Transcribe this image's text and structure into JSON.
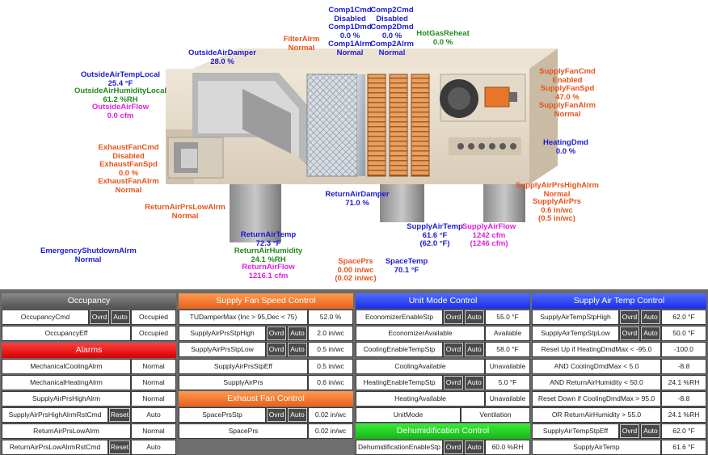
{
  "diagram": {
    "outside_air_damper": {
      "name": "OutsideAirDamper",
      "value": "28.0 %"
    },
    "filter_alarm": {
      "name": "FilterAlrm",
      "value": "Normal"
    },
    "comp1": [
      "Comp1Cmd",
      "Disabled",
      "Comp1Dmd",
      "0.0 %",
      "Comp1Alrm",
      "Normal"
    ],
    "comp2": [
      "Comp2Cmd",
      "Disabled",
      "Comp2Dmd",
      "0.0 %",
      "Comp2Alrm",
      "Normal"
    ],
    "hot_gas_reheat": {
      "name": "HotGasReheat",
      "value": "0.0 %"
    },
    "outside_air_temp": {
      "name": "OutsideAirTempLocal",
      "value": "25.4 °F"
    },
    "outside_air_humidity": {
      "name": "OutsideAirHumidityLocal",
      "value": "61.2 %RH"
    },
    "outside_air_flow": {
      "name": "OutsideAirFlow",
      "value": "0.0 cfm"
    },
    "supply_fan": [
      "SupplyFanCmd",
      "Enabled",
      "SupplyFanSpd",
      "47.0 %",
      "SupplyFanAlrm",
      "Normal"
    ],
    "heating_dmd": {
      "name": "HeatingDmd",
      "value": "0.0 %"
    },
    "exhaust_fan": [
      "ExhaustFanCmd",
      "Disabled",
      "ExhaustFanSpd",
      "0.0 %",
      "ExhaustFanAlrm",
      "Normal"
    ],
    "supply_air_prs_high": {
      "name": "SupplyAirPrsHighAlrm",
      "value": "Normal"
    },
    "supply_air_prs": {
      "name": "SupplyAirPrs",
      "value": "0.6 in/wc",
      "value2": "(0.5 in/wc)"
    },
    "return_air_damper": {
      "name": "ReturnAirDamper",
      "value": "71.0 %"
    },
    "return_air_prs_low": {
      "name": "ReturnAirPrsLowAlrm",
      "value": "Normal"
    },
    "supply_air_temp": {
      "name": "SupplyAirTemp",
      "value": "61.6 °F",
      "value2": "(62.0 °F)"
    },
    "supply_air_flow": {
      "name": "SupplyAirFlow",
      "value": "1242 cfm",
      "value2": "(1246 cfm)"
    },
    "return_air_temp": {
      "name": "ReturnAirTemp",
      "value": "72.3 °F"
    },
    "return_air_humidity": {
      "name": "ReturnAirHumidity",
      "value": "24.1 %RH"
    },
    "return_air_flow": {
      "name": "ReturnAirFlow",
      "value": "1216.1 cfm"
    },
    "emergency_shutdown": {
      "name": "EmergencyShutdownAlrm",
      "value": "Normal"
    },
    "space_prs": {
      "name": "SpacePrs",
      "value": "0.00 in/wc",
      "value2": "(0.02 in/wc)"
    },
    "space_temp": {
      "name": "SpaceTemp",
      "value": "70.1 °F"
    }
  },
  "buttons": {
    "ovrd": "Ovrd",
    "auto": "Auto",
    "reset": "Reset"
  },
  "panel": {
    "occupancy": {
      "header": "Occupancy",
      "rows": [
        {
          "label": "OccupancyCmd",
          "value": "Occupied"
        },
        {
          "label": "OccupancyEff",
          "value": "Occupied"
        }
      ]
    },
    "alarms": {
      "header": "Alarms",
      "rows": [
        {
          "label": "MechanicalCoolingAlrm",
          "value": "Normal"
        },
        {
          "label": "MechanicalHeatingAlrm",
          "value": "Normal"
        },
        {
          "label": "SupplyAirPrsHighAlrm",
          "value": "Normal"
        },
        {
          "label": "SupplyAirPrsHighAlrmRstCmd",
          "value": "Auto"
        },
        {
          "label": "ReturnAirPrsLowAlrm",
          "value": "Normal"
        },
        {
          "label": "ReturnAirPrsLowAlrmRstCmd",
          "value": "Auto"
        }
      ]
    },
    "supply_fan": {
      "header": "Supply Fan Speed Control",
      "rows": [
        {
          "label": "TUDamperMax (Inc > 95,Dec < 75)",
          "value": "52.0 %"
        },
        {
          "label": "SupplyAirPrsStpHigh",
          "value": "2.0 in/wc"
        },
        {
          "label": "SupplyAirPrsStpLow",
          "value": "0.5 in/wc"
        },
        {
          "label": "SupplyAirPrsStpEff",
          "value": "0.5 in/wc"
        },
        {
          "label": "SupplyAirPrs",
          "value": "0.6 in/wc"
        }
      ]
    },
    "exhaust_fan": {
      "header": "Exhaust Fan Control",
      "rows": [
        {
          "label": "SpacePrsStp",
          "value": "0.02 in/wc"
        },
        {
          "label": "SpacePrs",
          "value": "0.02 in/wc"
        }
      ]
    },
    "unit_mode": {
      "header": "Unit Mode Control",
      "rows": [
        {
          "label": "EconomizerEnableStp",
          "value": "55.0 °F"
        },
        {
          "label": "EconomizerAvailable",
          "value": "Available"
        },
        {
          "label": "CoolingEnableTempStp",
          "value": "58.0 °F"
        },
        {
          "label": "CoolingAvailable",
          "value": "Unavailable"
        },
        {
          "label": "HeatingEnableTempStp",
          "value": "5.0 °F"
        },
        {
          "label": "HeatingAvailable",
          "value": "Unavailable"
        },
        {
          "label": "UnitMode",
          "value": "Ventilation"
        }
      ]
    },
    "dehumid": {
      "header": "Dehumidification Control",
      "rows": [
        {
          "label": "DehumidificationEnableStp",
          "value": "60.0 %RH"
        }
      ]
    },
    "supply_air_temp": {
      "header": "Supply Air Temp Control",
      "rows": [
        {
          "label": "SupplyAirTempStpHigh",
          "value": "62.0 °F"
        },
        {
          "label": "SupplyAirTempStpLow",
          "value": "50.0 °F"
        },
        {
          "label": "Reset Up if HeatingDmdMax < -95.0",
          "value": "-100.0"
        },
        {
          "label": "AND CoolingDmdMax < 5.0",
          "value": "-8.8"
        },
        {
          "label": "AND ReturnAirHumidity < 50.0",
          "value": "24.1 %RH"
        },
        {
          "label": "Reset Down if CoolingDmdMax > 95.0",
          "value": "-8.8"
        },
        {
          "label": "OR ReturnAirHumidity > 55.0",
          "value": "24.1 %RH"
        },
        {
          "label": "SupplyAirTempStpEff",
          "value": "62.0 °F"
        },
        {
          "label": "SupplyAirTemp",
          "value": "61.6 °F"
        }
      ]
    }
  }
}
